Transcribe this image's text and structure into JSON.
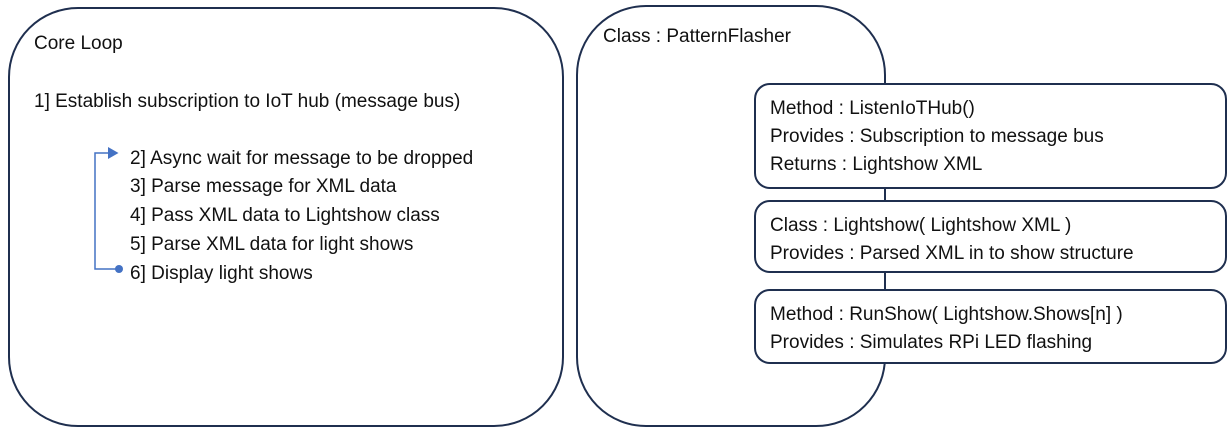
{
  "core_loop": {
    "title": "Core Loop",
    "step1": "1] Establish subscription to IoT hub (message bus)",
    "loop_steps": [
      "2] Async wait for message to be dropped",
      "3] Parse message for XML data",
      "4] Pass XML data to Lightshow class",
      "5] Parse XML data for light shows",
      "6] Display light shows"
    ]
  },
  "pattern_flasher": {
    "title": "Class : PatternFlasher",
    "members": [
      {
        "lines": [
          "Method : ListenIoTHub()",
          "Provides : Subscription to message bus",
          "Returns : Lightshow XML"
        ]
      },
      {
        "lines": [
          "Class : Lightshow( Lightshow XML )",
          "Provides : Parsed XML in to show structure"
        ]
      },
      {
        "lines": [
          "Method : RunShow( Lightshow.Shows[n] )",
          "Provides : Simulates RPi LED flashing"
        ]
      }
    ]
  },
  "colors": {
    "border": "#1f2f4f",
    "loop_arrow": "#4472c4"
  }
}
